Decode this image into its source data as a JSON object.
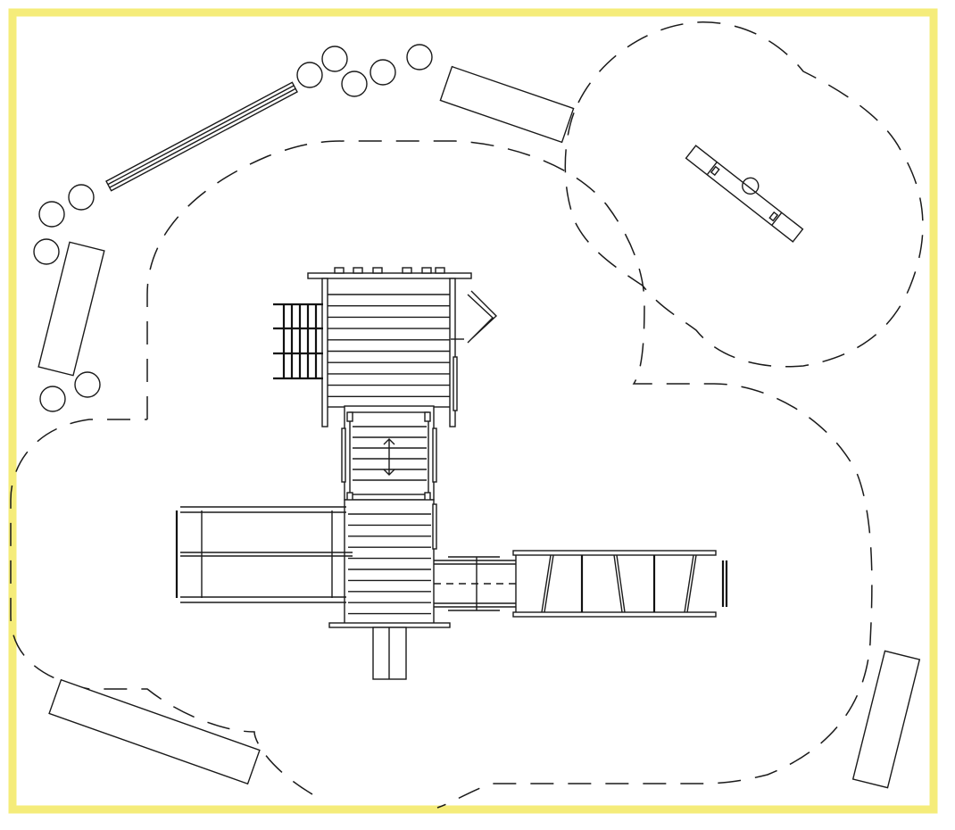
{
  "diagram": {
    "kind": "playground-site-plan",
    "border_color": "#f5ec7a",
    "line_color": "#1a1a1a",
    "background": "#ffffff",
    "elements": [
      "frame-border",
      "playset-tower",
      "swing-beam",
      "seesaw",
      "benches",
      "shrubs",
      "safety-zones"
    ]
  }
}
